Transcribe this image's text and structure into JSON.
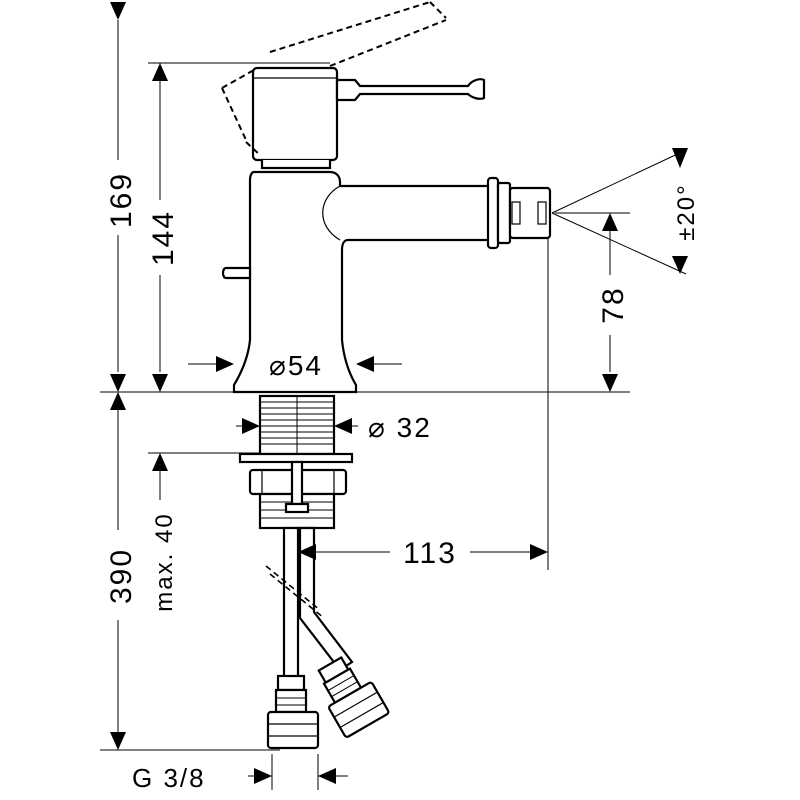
{
  "dimensions": {
    "overall_height": "169",
    "spout_height": "144",
    "spout_outlet_height": "78",
    "spout_angle": "±20°",
    "base_diameter": "⌀54",
    "shank_diameter": "⌀ 32",
    "deck_thickness": "max. 40",
    "hose_length": "390",
    "spout_reach": "113",
    "connection_thread": "G 3/8"
  }
}
